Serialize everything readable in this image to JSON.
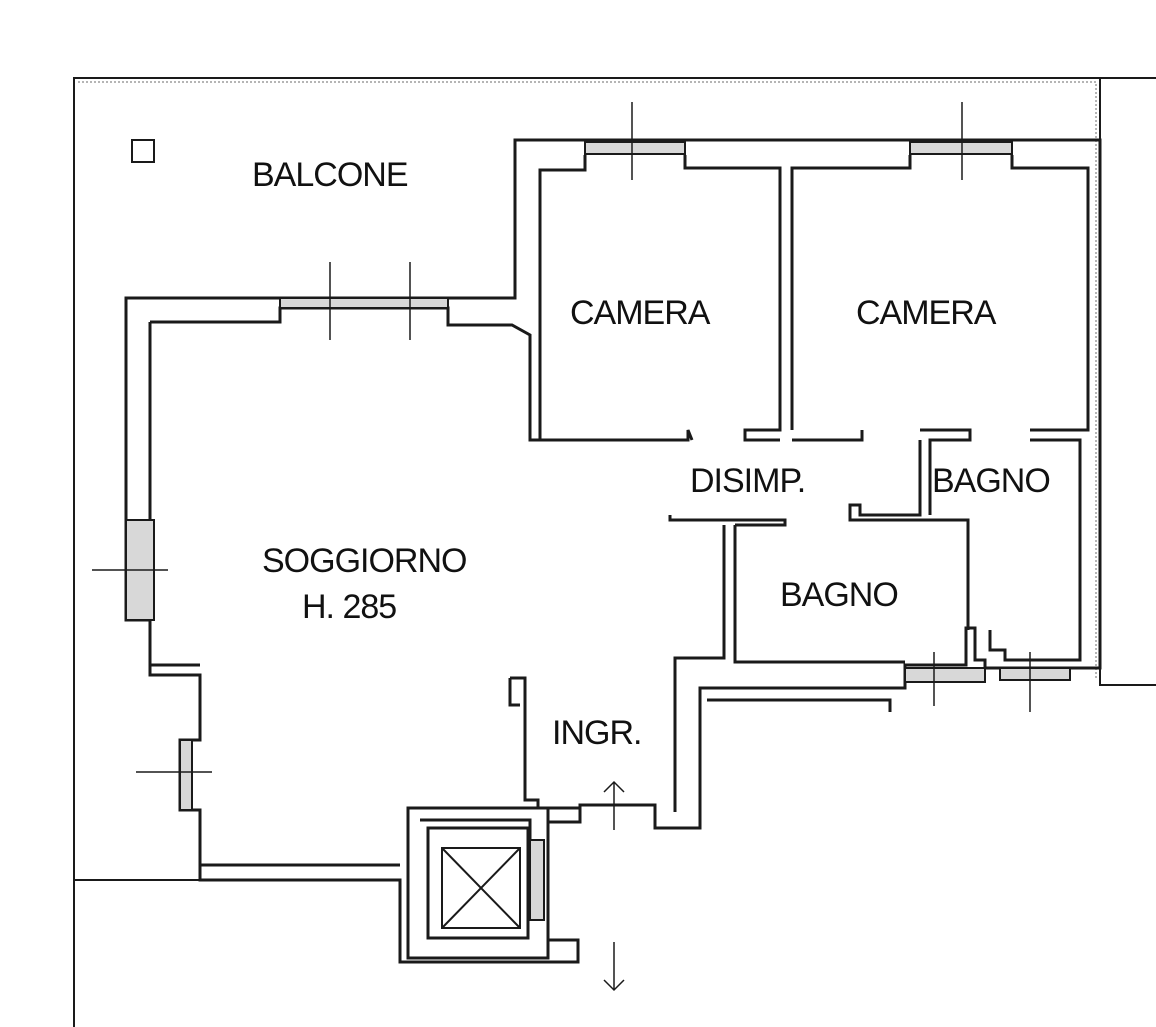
{
  "plan": {
    "rooms": [
      {
        "id": "balcone",
        "label": "BALCONE"
      },
      {
        "id": "camera-1",
        "label": "CAMERA"
      },
      {
        "id": "camera-2",
        "label": "CAMERA"
      },
      {
        "id": "disimp",
        "label": "DISIMP."
      },
      {
        "id": "bagno-1",
        "label": "BAGNO"
      },
      {
        "id": "bagno-2",
        "label": "BAGNO"
      },
      {
        "id": "soggiorno",
        "label": "SOGGIORNO"
      },
      {
        "id": "soggiorno-height",
        "label": "H. 285"
      },
      {
        "id": "ingr",
        "label": "INGR."
      }
    ],
    "colors": {
      "wall": "#1a1a1a",
      "window_fill": "#d8d8d8",
      "background": "#ffffff"
    }
  }
}
